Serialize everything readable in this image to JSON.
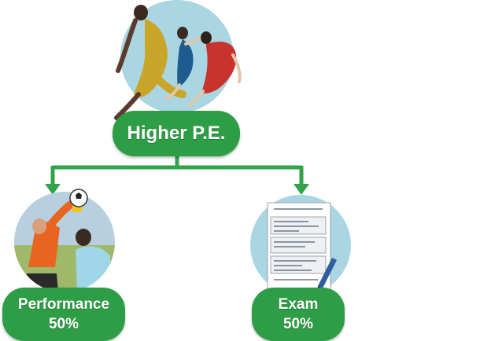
{
  "colors": {
    "accent_green": "#2e9e46",
    "connector_green": "#31a34a",
    "circle_blue": "#9fd0de"
  },
  "root": {
    "title": "Higher P.E.",
    "image": "dancers-illustration"
  },
  "branches": [
    {
      "label": "Performance",
      "weight": "50%",
      "image": "football-goalkeeper-illustration"
    },
    {
      "label": "Exam",
      "weight": "50%",
      "image": "exam-paper-pen-illustration"
    }
  ]
}
